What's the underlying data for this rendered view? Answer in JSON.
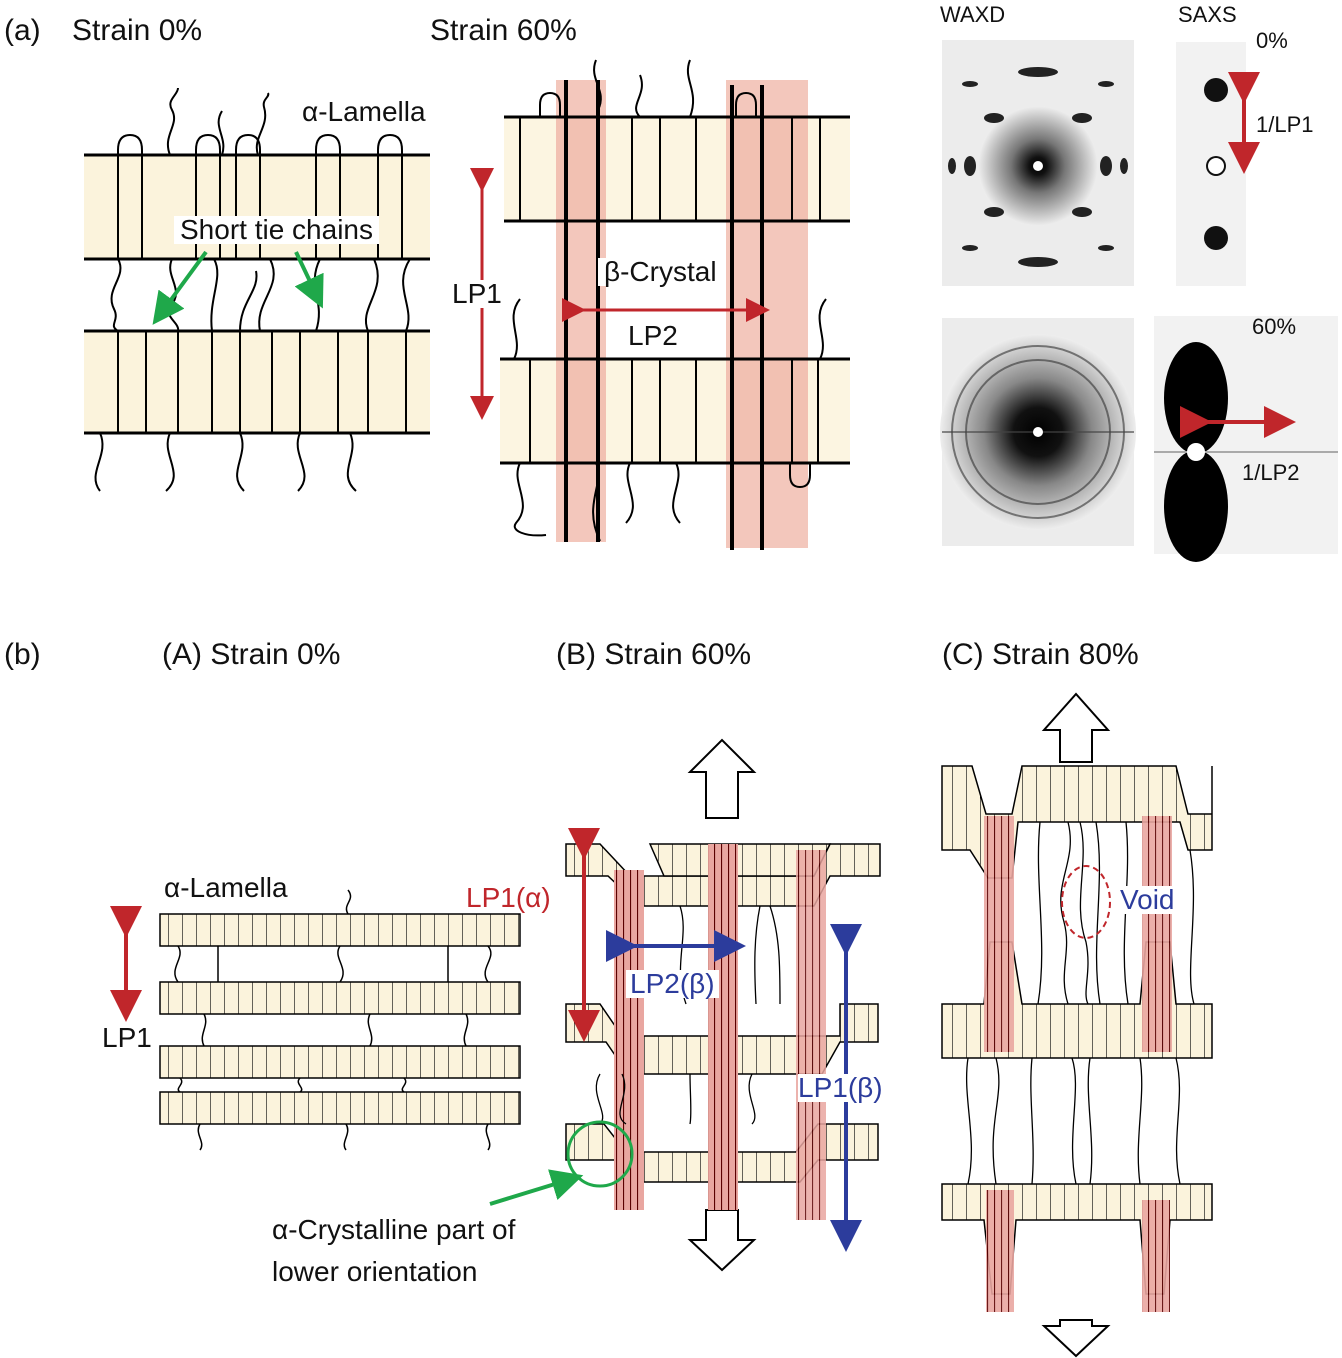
{
  "panel_a": {
    "label": "(a)",
    "strain0_title": "Strain 0%",
    "strain60_title": "Strain 60%",
    "alpha_lamella": "α-Lamella",
    "short_tie_chains": "Short tie chains",
    "beta_crystal": "β-Crystal",
    "lp1": "LP1",
    "lp2": "LP2",
    "waxd": "WAXD",
    "saxs": "SAXS",
    "saxs_0": "0%",
    "saxs_60": "60%",
    "inv_lp1": "1/LP1",
    "inv_lp2": "1/LP2"
  },
  "panel_b": {
    "label": "(b)",
    "title_a": "(A) Strain 0%",
    "title_b": "(B) Strain 60%",
    "title_c": "(C) Strain 80%",
    "alpha_lamella": "α-Lamella",
    "lp1": "LP1",
    "lp1_alpha": "LP1(α)",
    "lp2_beta": "LP2(β)",
    "lp1_beta": "LP1(β)",
    "void": "Void",
    "annotation_line1": "α-Crystalline part of",
    "annotation_line2": "lower orientation"
  },
  "colors": {
    "lamella_fill": "#fbf3dc",
    "beta_fill": "#e9a6a0",
    "red_arrow": "#c0262b",
    "blue_arrow": "#2c3c9c",
    "green_arrow": "#1fa84a"
  }
}
